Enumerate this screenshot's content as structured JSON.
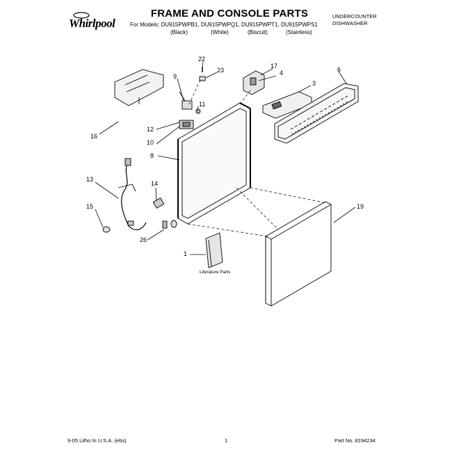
{
  "header": {
    "logo_text": "Whirlpool",
    "title": "FRAME AND CONSOLE PARTS",
    "models_line": "For Models: DU915PWPB1, DU915PWPQ1, DU915PWPT1, DU915PWPS1",
    "color_labels": [
      "(Black)",
      "(White)",
      "(Biscuit)",
      "(Stainless)"
    ],
    "appliance_type_line1": "UNDERCOUNTER",
    "appliance_type_line2": "DISHWASHER"
  },
  "callouts": [
    "22",
    "23",
    "9",
    "17",
    "4",
    "6",
    "3",
    "11",
    "12",
    "10",
    "8",
    "16",
    "13",
    "14",
    "15",
    "26",
    "1",
    "19"
  ],
  "literature_label": "Literature Parts",
  "footer": {
    "left": "9-05 Litho In U.S.A. (ebs)",
    "center": "1",
    "right": "Part No. 8194234"
  }
}
